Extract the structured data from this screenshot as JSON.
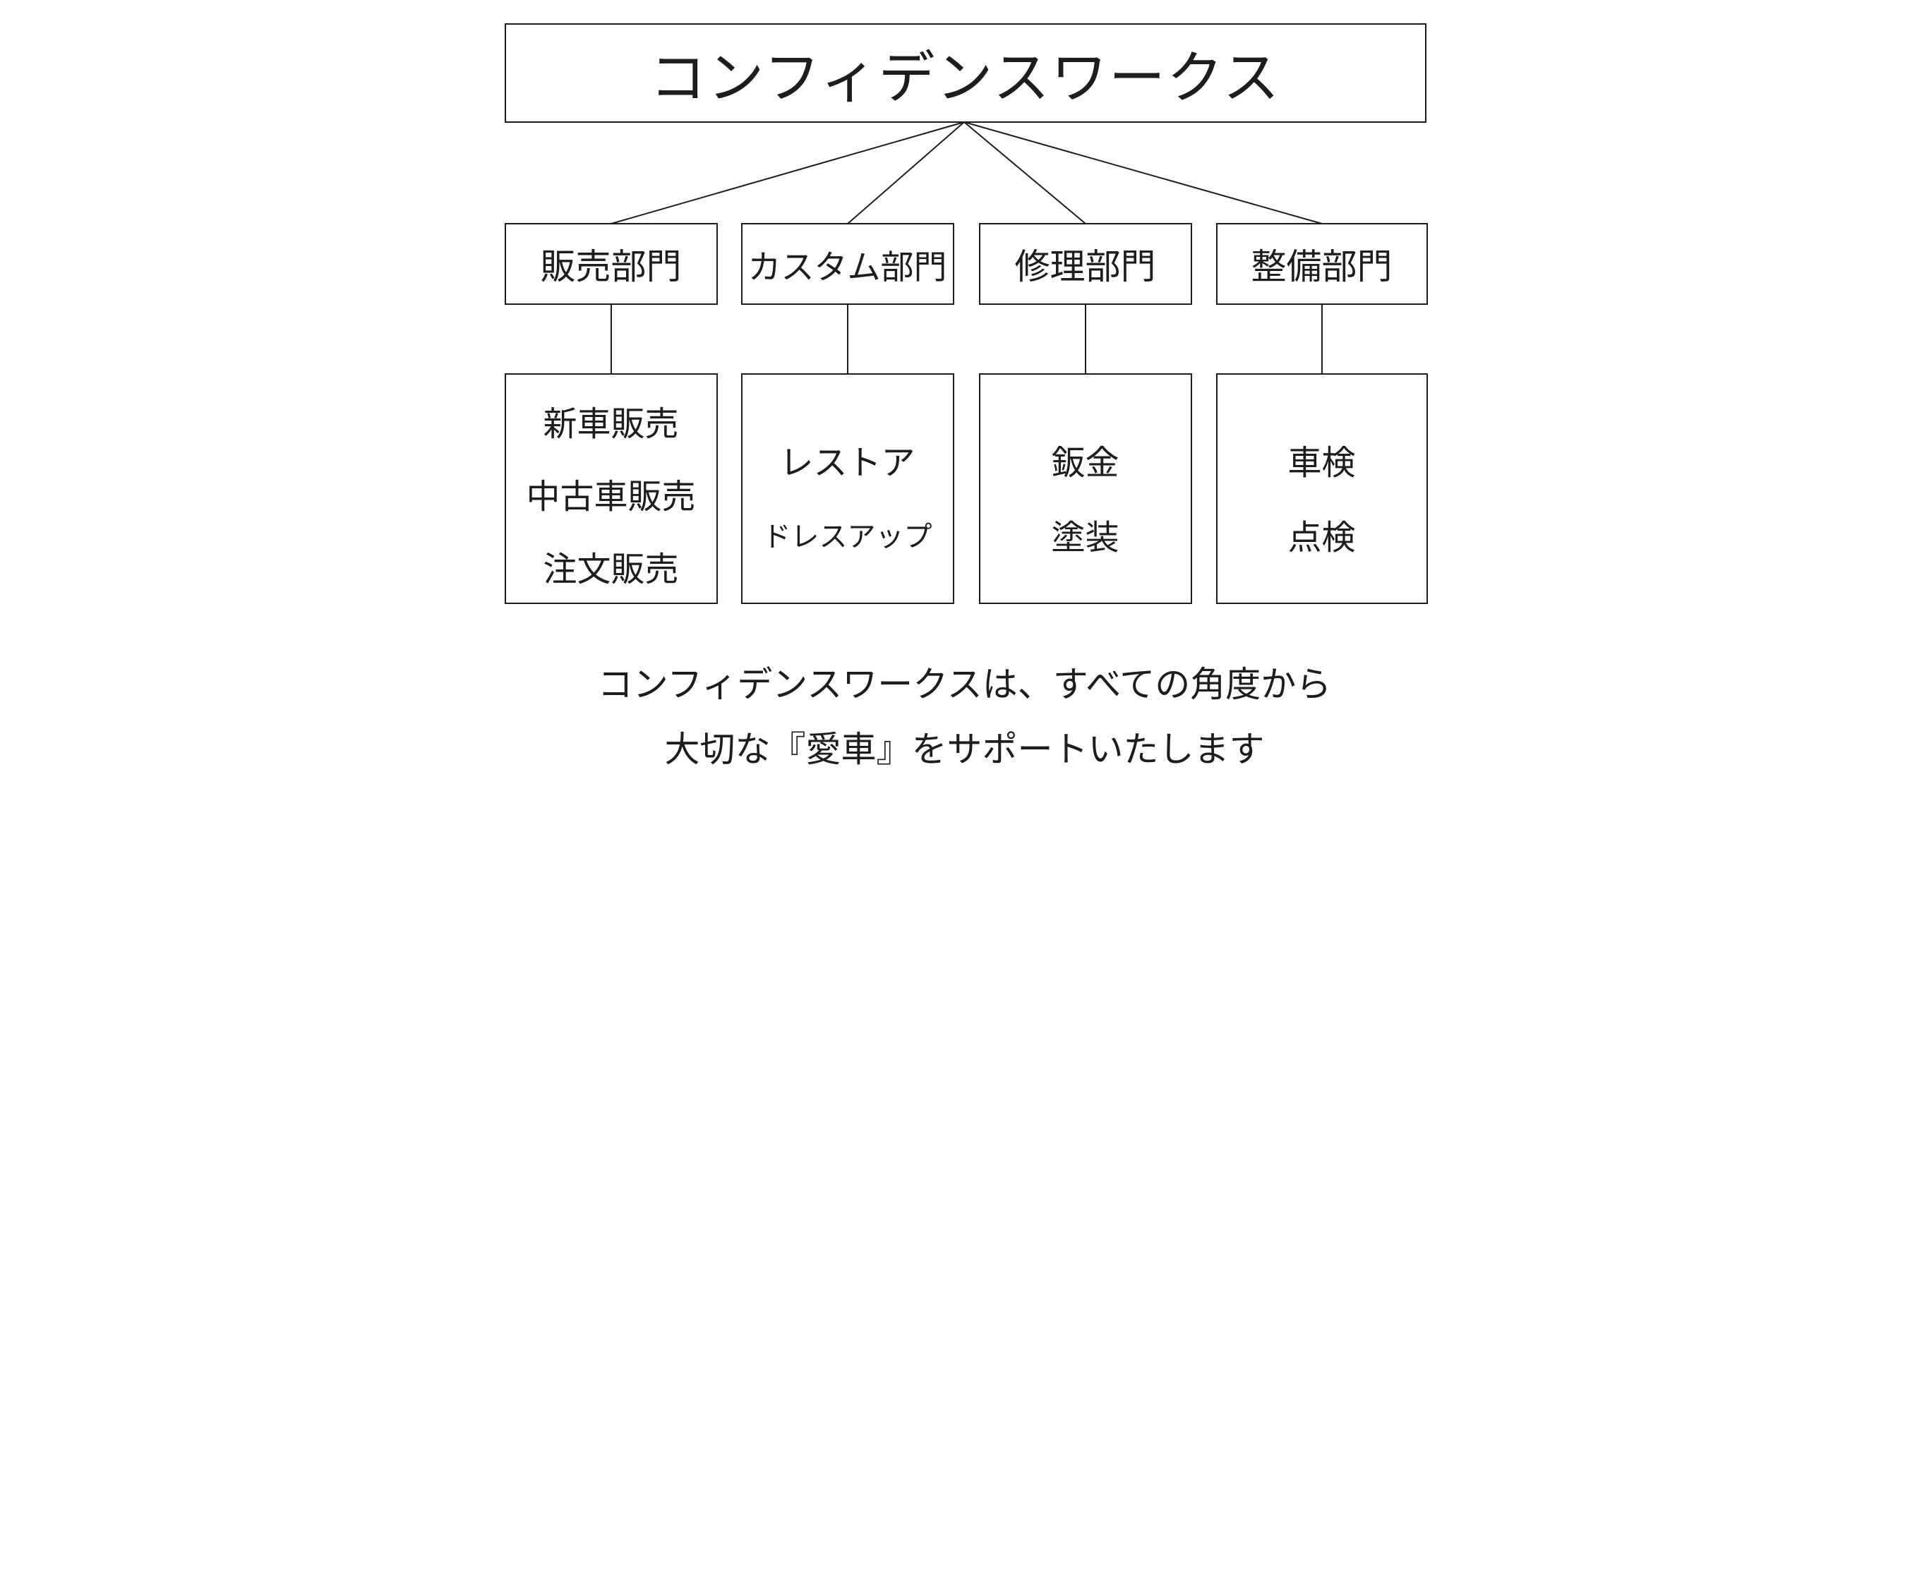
{
  "diagram": {
    "title": "コンフィデンスワークス",
    "departments": [
      {
        "label": "販売部門",
        "items": [
          "新車販売",
          "中古車販売",
          "注文販売"
        ]
      },
      {
        "label": "カスタム部門",
        "items": [
          "レストア",
          "ドレスアップ"
        ]
      },
      {
        "label": "修理部門",
        "items": [
          "鈑金",
          "塗装"
        ]
      },
      {
        "label": "整備部門",
        "items": [
          "車検",
          "点検"
        ]
      }
    ],
    "footer": {
      "line1": "コンフィデンスワークスは、すべての角度から",
      "line2": "大切な『愛車』をサポートいたします"
    },
    "colors": {
      "line": "#1d1d1b",
      "text": "#1d1d1b",
      "background": "#ffffff"
    }
  }
}
